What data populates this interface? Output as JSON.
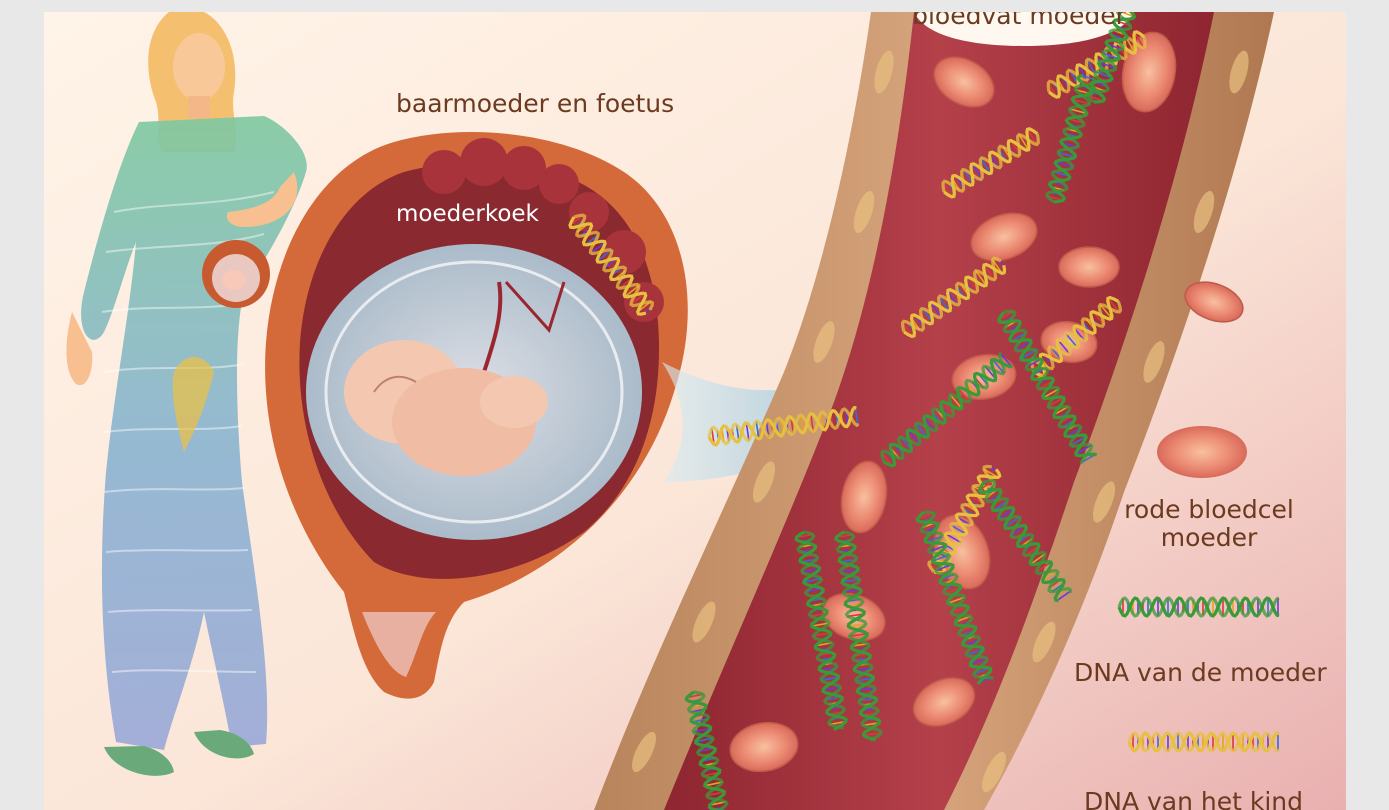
{
  "labels": {
    "vessel": "bloedvat moeder",
    "uterus": "baarmoeder en foetus",
    "placenta": "moederkoek",
    "legend_red_cell_line1": "rode bloedcel",
    "legend_red_cell_line2": "moeder",
    "legend_dna_mother": "DNA van de moeder",
    "legend_dna_child": "DNA van het kind"
  },
  "colors": {
    "text": "#6b3a1f",
    "vessel_wall": "#c9926a",
    "vessel_lumen": "#a8313a",
    "red_cell": "#e8907a",
    "dna_mother": "#3a9a3a",
    "dna_child": "#e8c040",
    "uterus_outer": "#d4683a",
    "uterus_inner": "#8a2a30"
  },
  "icons": {
    "woman": "pregnant-woman-illustration",
    "uterus": "uterus-fetus-illustration",
    "vessel": "blood-vessel-illustration",
    "arrow": "transfer-arrow-icon"
  }
}
